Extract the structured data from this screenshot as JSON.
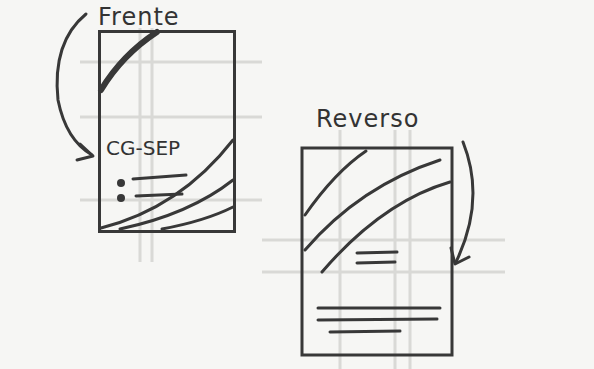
{
  "diagram": {
    "nodes": [
      {
        "text": [
          "CG-SEP"
        ]
      }
    ],
    "labels": [
      "Frente",
      "Reverso"
    ]
  }
}
